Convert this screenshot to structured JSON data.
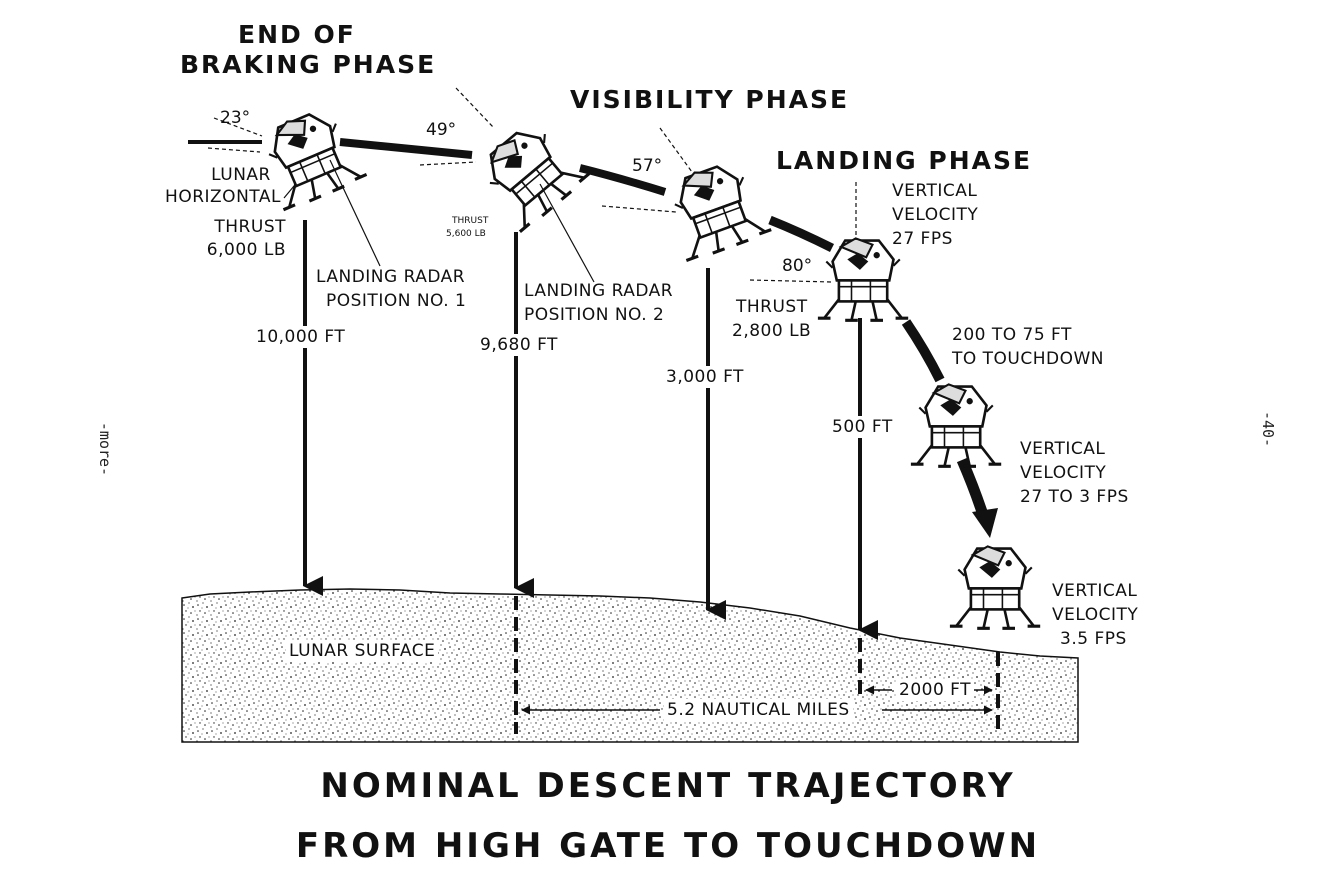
{
  "phases": {
    "braking_line1": "END OF",
    "braking_line2": "BRAKING PHASE",
    "visibility": "VISIBILITY PHASE",
    "landing": "LANDING PHASE"
  },
  "angles": {
    "a1": "23°",
    "a2": "49°",
    "a3": "57°",
    "a4": "80°"
  },
  "labels": {
    "lunar_horizontal_1": "LUNAR",
    "lunar_horizontal_2": "HORIZONTAL",
    "thrust1_1": "THRUST",
    "thrust1_2": "6,000 LB",
    "radar1_1": "LANDING RADAR",
    "radar1_2": "POSITION NO. 1",
    "thrust2_1": "THRUST",
    "thrust2_2": "5,600 LB",
    "radar2_1": "LANDING RADAR",
    "radar2_2": "POSITION NO. 2",
    "vv1_1": "VERTICAL",
    "vv1_2": "VELOCITY",
    "vv1_3": "27 FPS",
    "thrust3_1": "THRUST",
    "thrust3_2": "2,800 LB",
    "touch_1": "200 TO 75 FT",
    "touch_2": "TO TOUCHDOWN",
    "vv2_1": "VERTICAL",
    "vv2_2": "VELOCITY",
    "vv2_3": "27 TO 3 FPS",
    "vv3_1": "VERTICAL",
    "vv3_2": "VELOCITY",
    "vv3_3": "3.5 FPS",
    "lunar_surface": "LUNAR SURFACE",
    "nautical": "5.2 NAUTICAL MILES",
    "ft2000": "2000 FT"
  },
  "altitudes": {
    "alt1": "10,000 FT",
    "alt2": "9,680 FT",
    "alt3": "3,000 FT",
    "alt4": "500 FT"
  },
  "title": {
    "line1": "NOMINAL DESCENT TRAJECTORY",
    "line2": "FROM HIGH GATE TO TOUCHDOWN"
  },
  "side": {
    "left": "-more-",
    "right": "-40-"
  },
  "colors": {
    "ink": "#111111",
    "paper": "#ffffff"
  }
}
